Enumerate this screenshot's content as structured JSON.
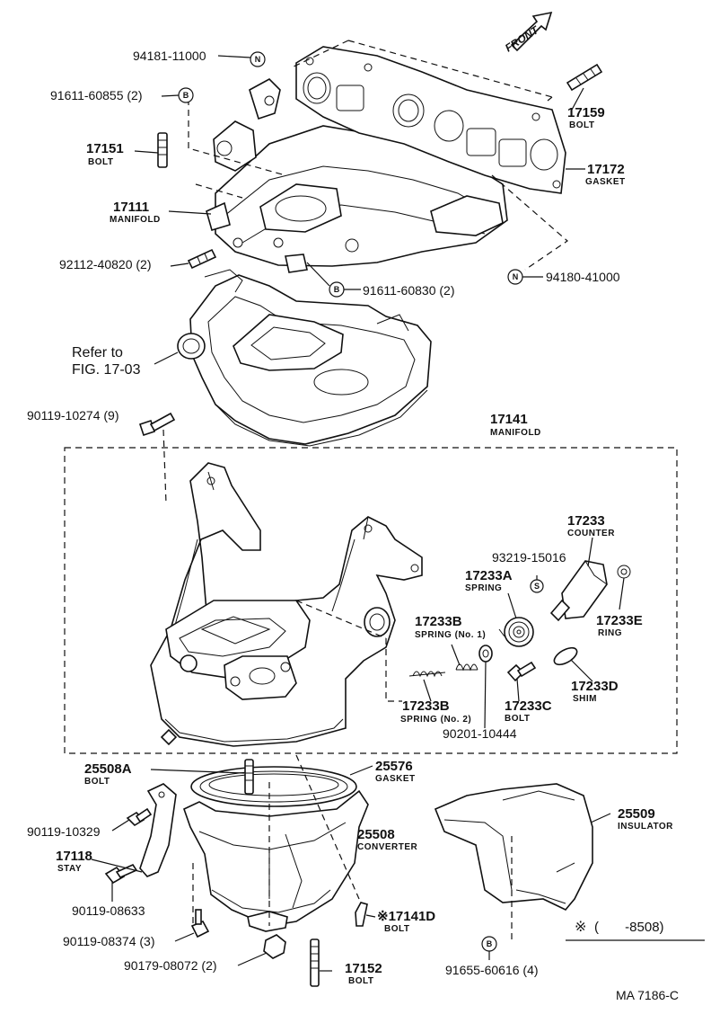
{
  "diagram_code": "MA 7186-C",
  "front_label": "FRONT",
  "refer_note": {
    "line1": "Refer to",
    "line2": "FIG. 17-03"
  },
  "footnote": {
    "mark": "※",
    "text": "(       -8508)"
  },
  "symbols": {
    "n": "N",
    "b": "B",
    "s": "S"
  },
  "labels": {
    "p94181": "94181-11000",
    "p91611a": "91611-60855 (2)",
    "p17151": "17151",
    "p17151_sub": "BOLT",
    "p17111": "17111",
    "p17111_sub": "MANIFOLD",
    "p92112": "92112-40820 (2)",
    "p91611b": "91611-60830 (2)",
    "p94180": "94180-41000",
    "p17159": "17159",
    "p17159_sub": "BOLT",
    "p17172": "17172",
    "p17172_sub": "GASKET",
    "p90119a": "90119-10274 (9)",
    "p17141": "17141",
    "p17141_sub": "MANIFOLD",
    "p17233": "17233",
    "p17233_sub": "COUNTER",
    "p93219": "93219-15016",
    "p17233A": "17233A",
    "p17233A_sub": "SPRING",
    "p17233B1": "17233B",
    "p17233B1_sub": "SPRING (No. 1)",
    "p17233E": "17233E",
    "p17233E_sub": "RING",
    "p17233D": "17233D",
    "p17233D_sub": "SHIM",
    "p17233C": "17233C",
    "p17233C_sub": "BOLT",
    "p17233B2": "17233B",
    "p17233B2_sub": "SPRING (No. 2)",
    "p90201": "90201-10444",
    "p25508A": "25508A",
    "p25508A_sub": "BOLT",
    "p25576": "25576",
    "p25576_sub": "GASKET",
    "p25509": "25509",
    "p25509_sub": "INSULATOR",
    "p90119b": "90119-10329",
    "p17118": "17118",
    "p17118_sub": "STAY",
    "p25508": "25508",
    "p25508_sub": "CONVERTER",
    "p90119c": "90119-08633",
    "p17141D": "※17141D",
    "p17141D_sub": "BOLT",
    "p90119d": "90119-08374 (3)",
    "p90179": "90179-08072 (2)",
    "p17152": "17152",
    "p17152_sub": "BOLT",
    "p91655": "91655-60616 (4)"
  }
}
